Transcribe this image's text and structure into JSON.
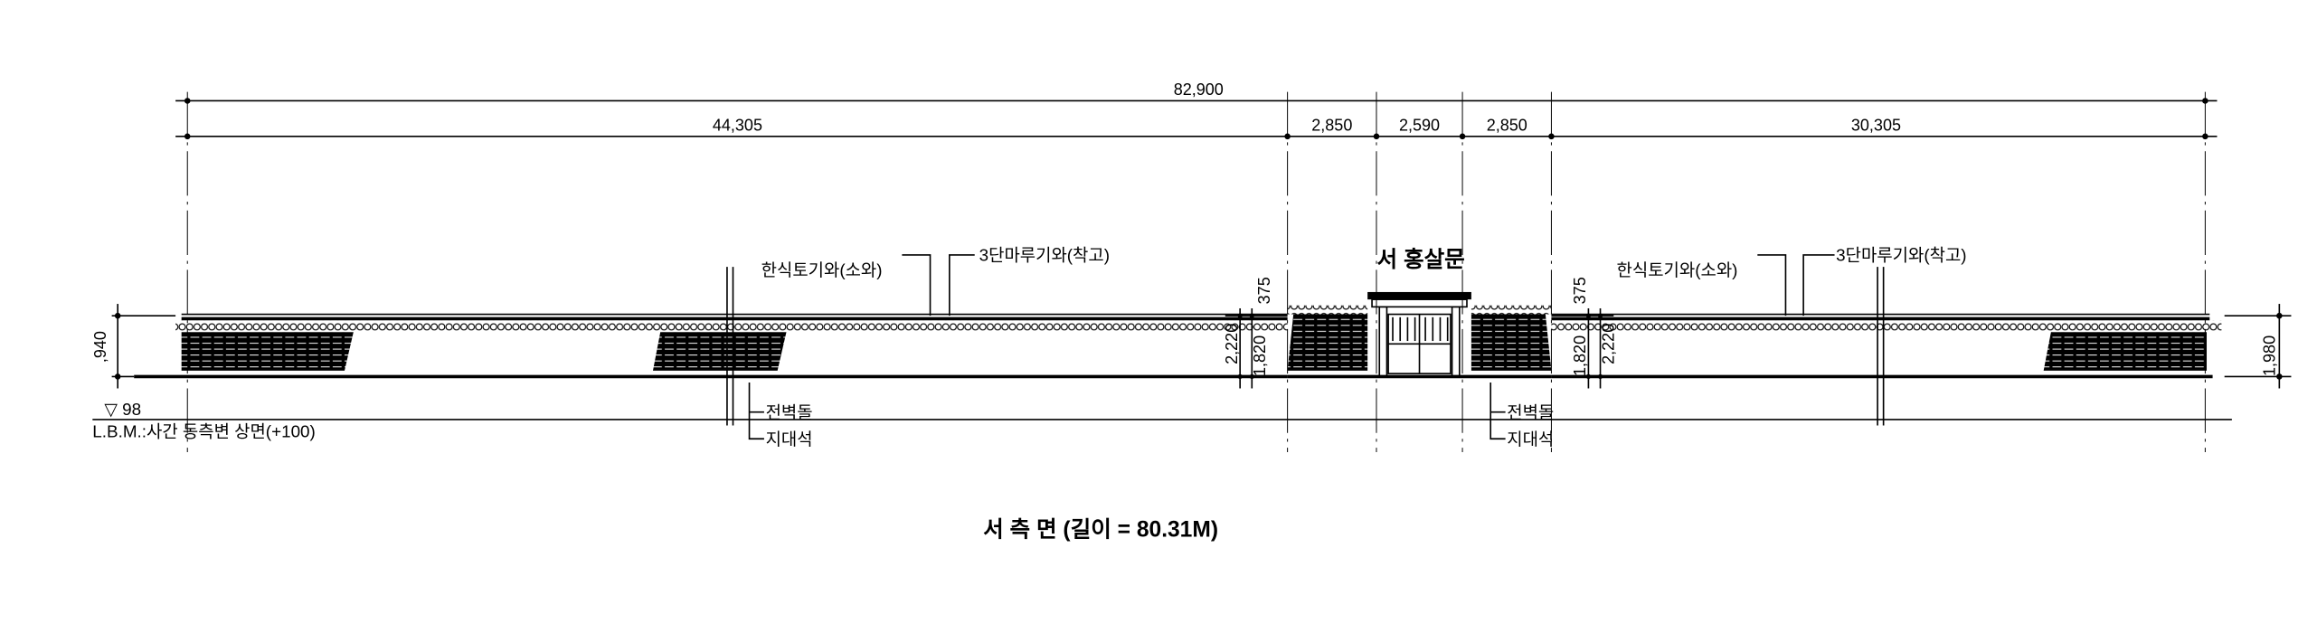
{
  "dimensions": {
    "overall": "82,900",
    "segments": [
      "44,305",
      "2,850",
      "2,590",
      "2,850",
      "30,305"
    ],
    "left_height": ",940",
    "right_height": "1,980",
    "gate_left": {
      "top": "375",
      "outer": "2,220",
      "inner": "1,820"
    },
    "gate_right": {
      "top": "375",
      "outer": "2,220",
      "inner": "1,820"
    }
  },
  "labels": {
    "roof_tile_left": "한식토기와(소와)",
    "ridge_tile_left": "3단마루기와(착고)",
    "roof_tile_right": "한식토기와(소와)",
    "ridge_tile_right": "3단마루기와(착고)",
    "gate_name": "서 홍살문",
    "brick_left": "전벽돌",
    "base_stone_left": "지대석",
    "brick_right": "전벽돌",
    "base_stone_right": "지대석",
    "level_mark": "▽ 98",
    "benchmark": "L.B.M.:사간 동측변 상면(+100)"
  },
  "title": "서 측 면 (길이 = 80.31M)"
}
